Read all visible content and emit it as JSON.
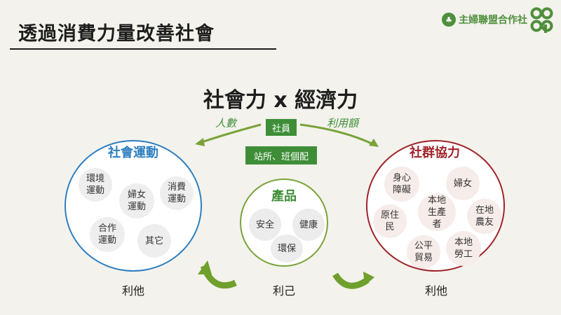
{
  "slide": {
    "title": "透過消費力量改善社會"
  },
  "logo": {
    "text": "主婦聯盟合作社",
    "mark": "COOP",
    "icon": "tree-icon"
  },
  "diagram": {
    "headline": "社會力 x 經濟力",
    "member_box": "社員",
    "station_box": "站所、班個配",
    "left_arrow_label": "人數",
    "right_arrow_label": "利用額",
    "social_movement": {
      "title": "社會運動",
      "items": [
        "環境\n運動",
        "婦女\n運動",
        "消費\n運動",
        "合作\n運動",
        "其它"
      ]
    },
    "products": {
      "title": "產品",
      "items": [
        "安全",
        "健康",
        "環保"
      ]
    },
    "community": {
      "title": "社群協力",
      "items": [
        "身心\n障礙",
        "婦女",
        "本地\n生產\n者",
        "原住\n民",
        "在地\n農友",
        "公平\n貿易",
        "本地\n勞工"
      ]
    },
    "bottom_labels": {
      "left": "利他",
      "center": "利己",
      "right": "利他"
    }
  },
  "colors": {
    "green": "#3e8e37",
    "blue": "#2f7fc0",
    "red": "#a0242a",
    "olive": "#7aa33a"
  }
}
